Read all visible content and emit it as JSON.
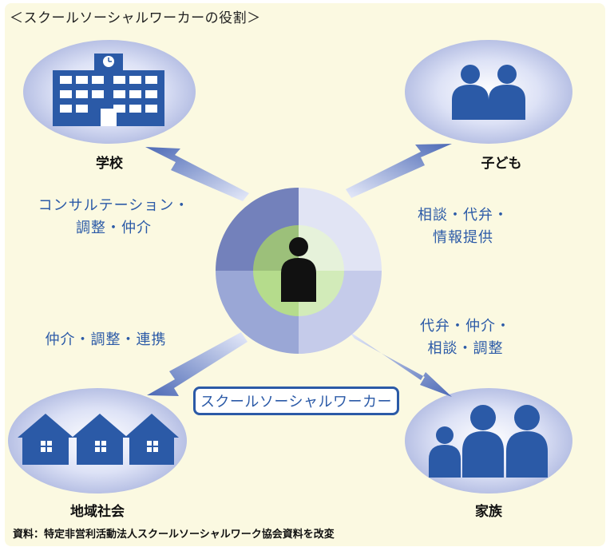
{
  "title": "＜スクールソーシャルワーカーの役割＞",
  "nodes": {
    "school": "学校",
    "child": "子ども",
    "community": "地域社会",
    "family": "家族"
  },
  "roles": {
    "school_line1": "コンサルテーション・",
    "school_line2": "調整・仲介",
    "child_line1": "相談・代弁・",
    "child_line2": "情報提供",
    "community_line1": "仲介・調整・連携",
    "family_line1": "代弁・仲介・",
    "family_line2": "相談・調整"
  },
  "center_label": "スクールソーシャルワーカー",
  "source": "資料：特定非営利活動法人スクールソーシャルワーク協会資料を改変",
  "colors": {
    "panel_bg": "#fbf9e1",
    "accent_blue": "#2b5aa7",
    "ellipse_fill": "#c9d0ee",
    "circle_dark": "#7c8ec0",
    "circle_light": "#dfe2f3",
    "inner_green": "#b6dc8f"
  },
  "icons": {
    "school": "school-building-icon",
    "child": "two-children-icon",
    "community": "houses-icon",
    "family": "family-icon",
    "center": "social-worker-person-icon"
  }
}
